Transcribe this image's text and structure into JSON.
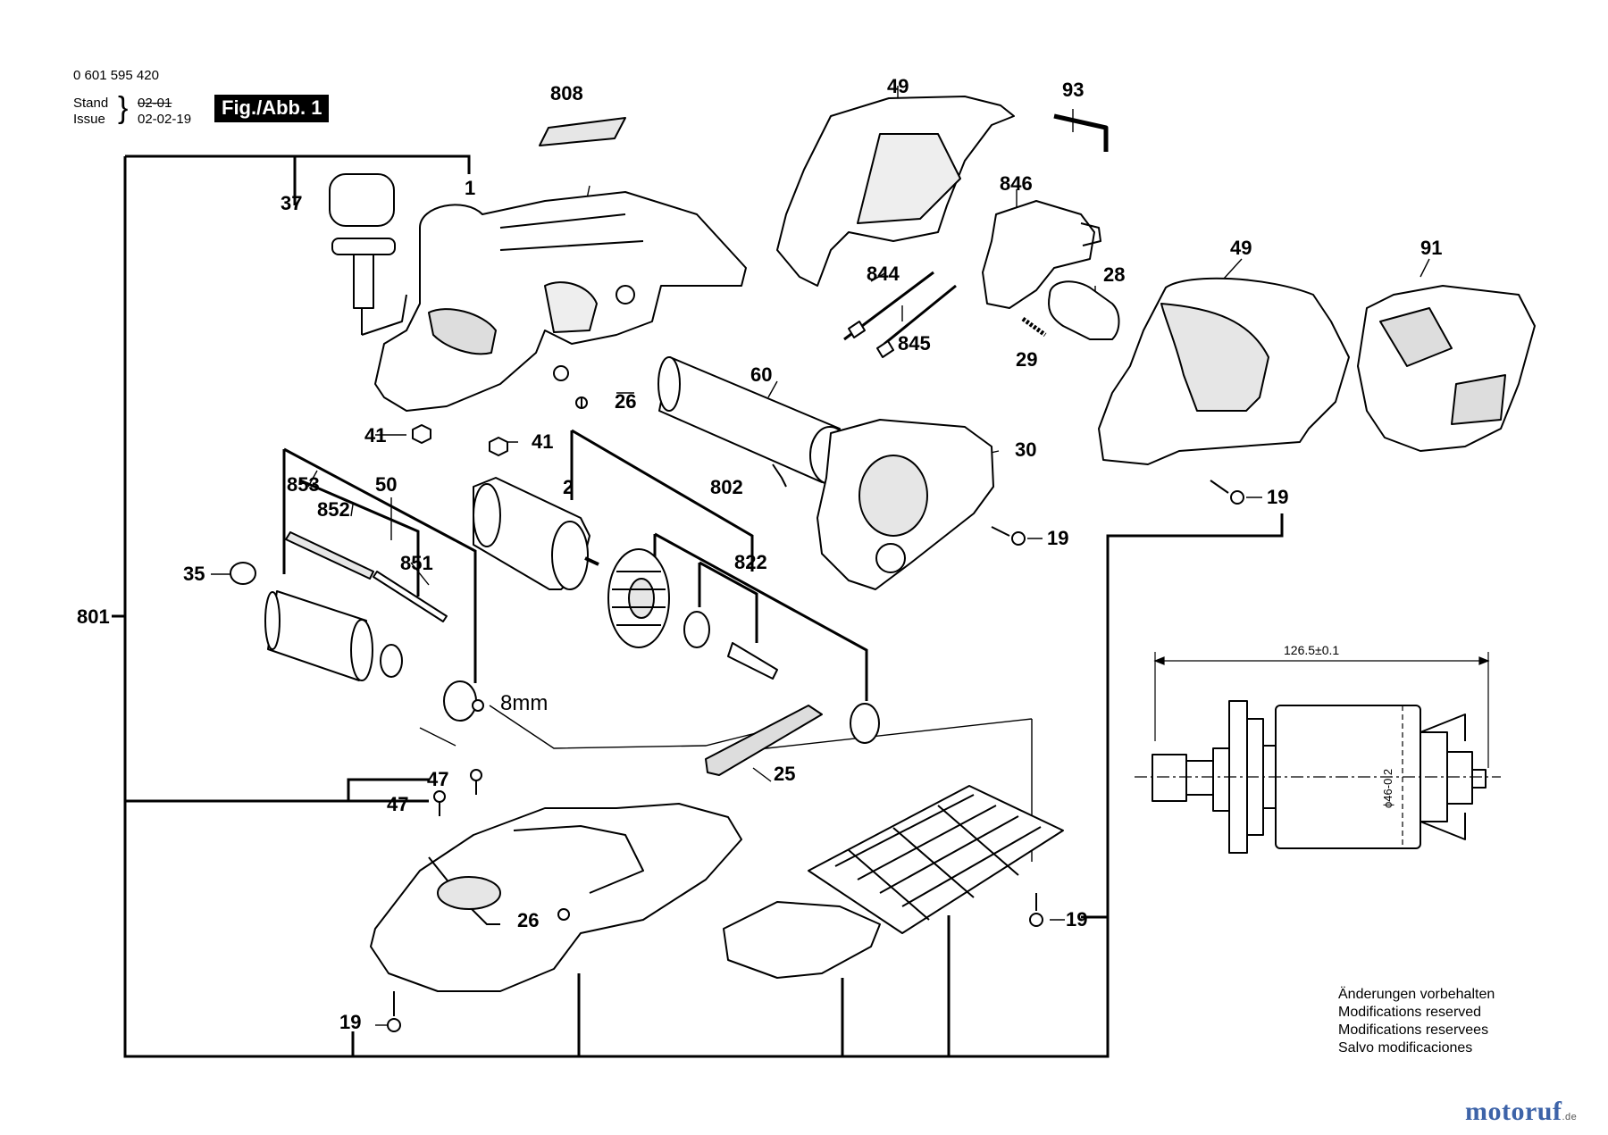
{
  "header": {
    "part_number": "0 601 595 420",
    "stand_label": "Stand",
    "stand_value": "02-01",
    "issue_label": "Issue",
    "issue_value": "02-02-19",
    "figure": "Fig./Abb. 1"
  },
  "callouts": {
    "c808": "808",
    "c49a": "49",
    "c93": "93",
    "c846": "846",
    "c37": "37",
    "c1": "1",
    "c844": "844",
    "c845": "845",
    "c28": "28",
    "c29": "29",
    "c49b": "49",
    "c91": "91",
    "c26a": "26",
    "c60": "60",
    "c41a": "41",
    "c41b": "41",
    "c30": "30",
    "c19a": "19",
    "c19b": "19",
    "c853": "853",
    "c852": "852",
    "c50": "50",
    "c851": "851",
    "c2": "2",
    "c802": "802",
    "c822": "822",
    "c35": "35",
    "c801": "801",
    "c8mm": "8mm",
    "c25": "25",
    "c47a": "47",
    "c47b": "47",
    "c26b": "26",
    "c19c": "19",
    "c19d": "19"
  },
  "dimension": {
    "length": "126.5±0.1",
    "diameter": "ϕ46-0.2"
  },
  "notes": [
    "Änderungen vorbehalten",
    "Modifications reserved",
    "Modifications reservees",
    "Salvo modificaciones"
  ],
  "brand": {
    "name": "motoruf",
    "tld": ".de"
  }
}
